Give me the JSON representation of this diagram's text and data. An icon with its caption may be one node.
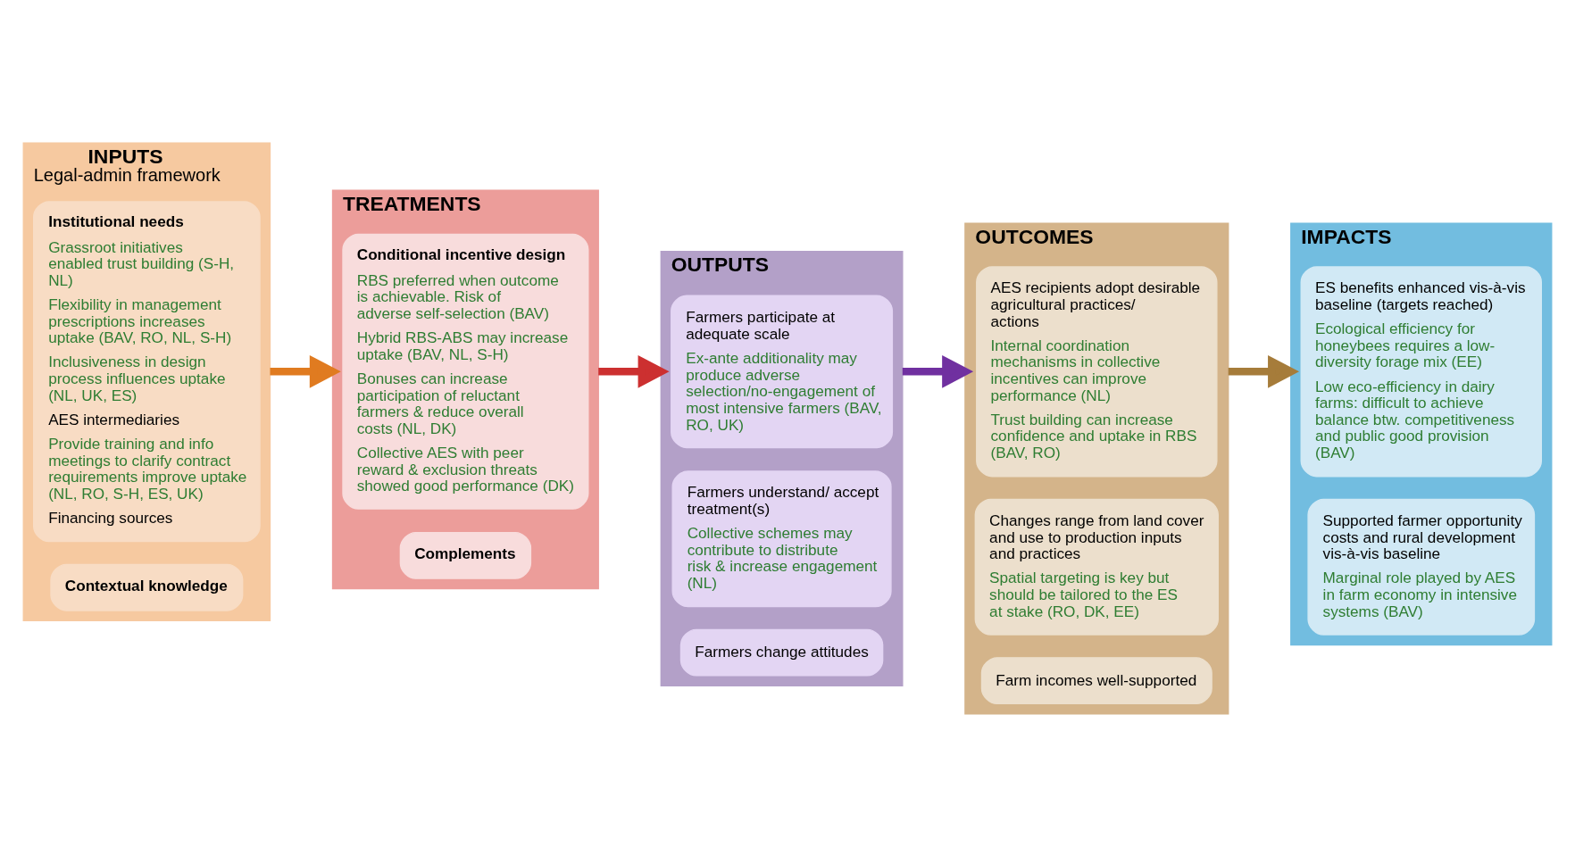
{
  "diagram": {
    "nodes": [
      {
        "text": [
          "INPUTS",
          "Legal-admin framework"
        ]
      },
      {
        "text": [
          "Institutional needs",
          "Grassroot initiatives enabled trust building (S-H, NL)",
          "Flexibility in management prescriptions increases uptake (BAV, RO, NL, S-H)",
          "Inclusiveness in design process influences uptake (NL, UK, ES)",
          "AES intermediaries",
          "Provide training and info meetings to clarify contract requirements improve uptake (NL, RO, S-H, ES, UK)",
          "Financing sources"
        ],
        "in": 0
      },
      {
        "text": [
          "Contextual knowledge"
        ],
        "in": 0
      },
      {
        "text": [
          "TREATMENTS"
        ]
      },
      {
        "text": [
          "Conditional incentive design",
          "RBS preferred when outcome is achievable. Risk of adverse self-selection (BAV)",
          "Hybrid RBS-ABS may increase uptake (BAV, NL, S-H)",
          "Bonuses can increase participation of reluctant farmers & reduce overall costs (NL, DK)",
          "Collective AES with peer reward & exclusion threats showed good performance (DK)"
        ],
        "in": 3
      },
      {
        "text": [
          "Complements"
        ],
        "in": 3
      },
      {
        "text": [
          "OUTPUTS"
        ]
      },
      {
        "text": [
          "Farmers participate at adequate scale",
          "Ex-ante additionality may produce adverse selection/no-engagement of most intensive farmers (BAV, RO, UK)"
        ],
        "in": 6
      },
      {
        "text": [
          "Farmers understand/ accept treatment(s)",
          "Collective schemes may contribute to distribute risk & increase engagement (NL)"
        ],
        "in": 6
      },
      {
        "text": [
          "Farmers change attitudes"
        ],
        "in": 6
      },
      {
        "text": [
          "OUTCOMES"
        ]
      },
      {
        "text": [
          "AES recipients adopt desirable agricultural practices/ actions",
          "Internal coordination mechanisms in collective incentives can improve performance (NL)",
          "Trust building can increase confidence and uptake in RBS (BAV, RO)"
        ],
        "in": 10
      },
      {
        "text": [
          "Changes range from land cover and use to production inputs and practices",
          "Spatial targeting is key but should be tailored to the ES at stake (RO, DK, EE)"
        ],
        "in": 10
      },
      {
        "text": [
          "Farm incomes well-supported"
        ],
        "in": 10
      },
      {
        "text": [
          "IMPACTS"
        ]
      },
      {
        "text": [
          "ES benefits enhanced vis-à-vis baseline (targets reached)",
          "Ecological efficiency for honeybees requires a low-diversity forage mix (EE)",
          "Low eco-efficiency in dairy farms: difficult to achieve balance btw. competitiveness and public good provision (BAV)"
        ],
        "in": 14
      },
      {
        "text": [
          "Supported farmer opportunity costs and rural development vis-à-vis baseline",
          "Marginal role played by AES in farm economy in intensive systems (BAV)"
        ],
        "in": 14
      }
    ],
    "edges": [
      {
        "from": 0,
        "to": 3,
        "arrow": "to",
        "color": "#e07b20"
      },
      {
        "from": 3,
        "to": 6,
        "arrow": "to",
        "color": "#cc3030"
      },
      {
        "from": 6,
        "to": 10,
        "arrow": "to",
        "color": "#7030a0"
      },
      {
        "from": 10,
        "to": 14,
        "arrow": "to",
        "color": "#a67c3a"
      }
    ]
  }
}
